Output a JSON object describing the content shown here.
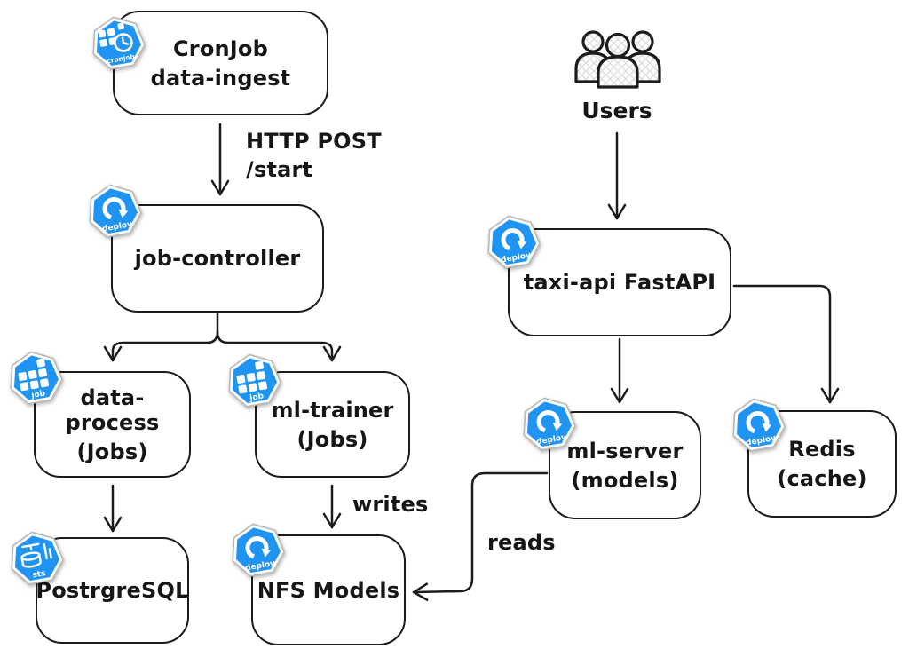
{
  "colors": {
    "background": "#ffffff",
    "stroke": "#1b1b1b",
    "icon_blue": "#2094f3"
  },
  "nodes": {
    "cronjob": {
      "label1": "CronJob",
      "label2": "data-ingest",
      "icon_label": "cronjob"
    },
    "job_controller": {
      "label1": "job-controller",
      "icon_label": "deploy"
    },
    "data_process": {
      "label1": "data-process",
      "label2": "(Jobs)",
      "icon_label": "job"
    },
    "ml_trainer": {
      "label1": "ml-trainer",
      "label2": "(Jobs)",
      "icon_label": "job"
    },
    "postgresql": {
      "label1": "PostrgreSQL",
      "icon_label": "sts"
    },
    "nfs_models": {
      "label1": "NFS Models",
      "icon_label": "deploy"
    },
    "users": {
      "label": "Users"
    },
    "taxi_api": {
      "label1": "taxi-api FastAPI",
      "icon_label": "deploy"
    },
    "ml_server": {
      "label1": "ml-server",
      "label2": "(models)",
      "icon_label": "deploy"
    },
    "redis": {
      "label1": "Redis",
      "label2": "(cache)",
      "icon_label": "deploy"
    }
  },
  "edges": {
    "http_post": {
      "label1": "HTTP POST",
      "label2": "/start"
    },
    "writes": {
      "label": "writes"
    },
    "reads": {
      "label": "reads"
    }
  }
}
